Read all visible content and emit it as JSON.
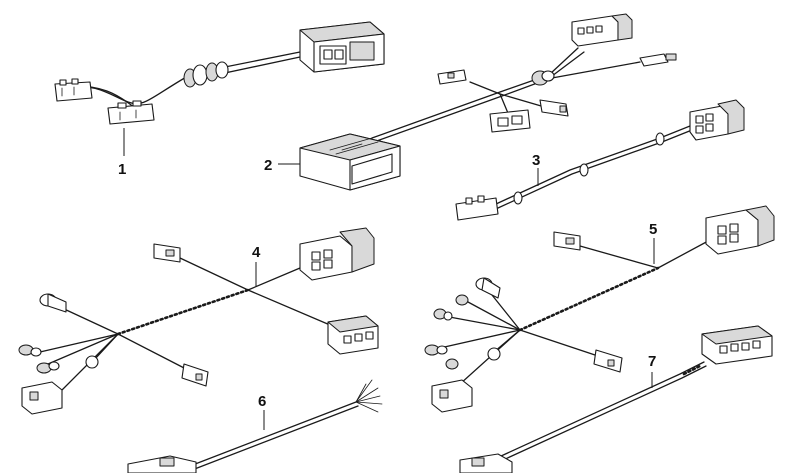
{
  "labels": {
    "item1": "1",
    "item2": "2",
    "item3": "3",
    "item4": "4",
    "item5": "5",
    "item6": "6",
    "item7": "7"
  },
  "colors": {
    "line": "#1a1a1a",
    "background": "#ffffff",
    "shade": "#d9d9d9"
  }
}
